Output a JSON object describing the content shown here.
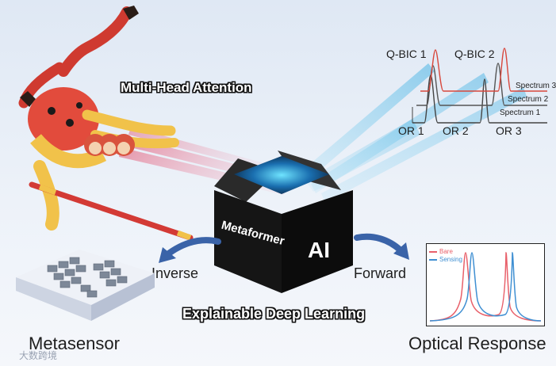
{
  "title_top": "Multi-Head Attention",
  "title_bottom": "Explainable Deep Learning",
  "box": {
    "side_label": "Metaformer",
    "front_label": "AI"
  },
  "arrows": {
    "left_label": "Inverse",
    "right_label": "Forward"
  },
  "captions": {
    "left": "Metasensor",
    "right": "Optical Response"
  },
  "spectrum_panel": {
    "peak_labels": [
      "Q-BIC 1",
      "Q-BIC 2"
    ],
    "series_labels": [
      "Spectrum 3",
      "Spectrum 2",
      "Spectrum 1"
    ],
    "or_labels": [
      "OR 1",
      "OR 2",
      "OR 3"
    ]
  },
  "response_plot": {
    "legend": [
      {
        "name": "Bare",
        "color": "#e8606a"
      },
      {
        "name": "Sensing",
        "color": "#3f8fd2"
      }
    ]
  },
  "watermark": "大数跨境",
  "colors": {
    "red_beam": "#e04060",
    "blue_beam": "#39b7e6",
    "peak_red": "#d8473c"
  }
}
